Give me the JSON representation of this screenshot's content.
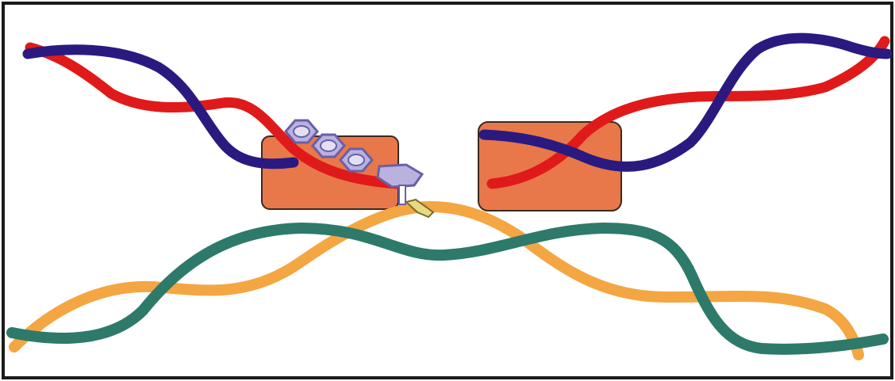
{
  "colors": {
    "background": "#ffffff",
    "border": "#1a1a1a",
    "upper_strand_a": "#2a1a80",
    "upper_strand_b": "#e01a1a",
    "lower_strand_a": "#2e7a6a",
    "lower_strand_b": "#f4a642",
    "block_fill": "#e8784a",
    "block_stroke": "#3a2a20",
    "hexagon_fill": "#b9b2df",
    "hexagon_stroke": "#6a5fa8",
    "hexagon_inner_fill": "#e4e0f4",
    "pin_fill": "#e6db83"
  },
  "icons": {
    "left_block": "orange-block",
    "right_block": "orange-block",
    "hexagon_chain": "hexagon-ring-chain",
    "pin": "yellow-pin"
  }
}
